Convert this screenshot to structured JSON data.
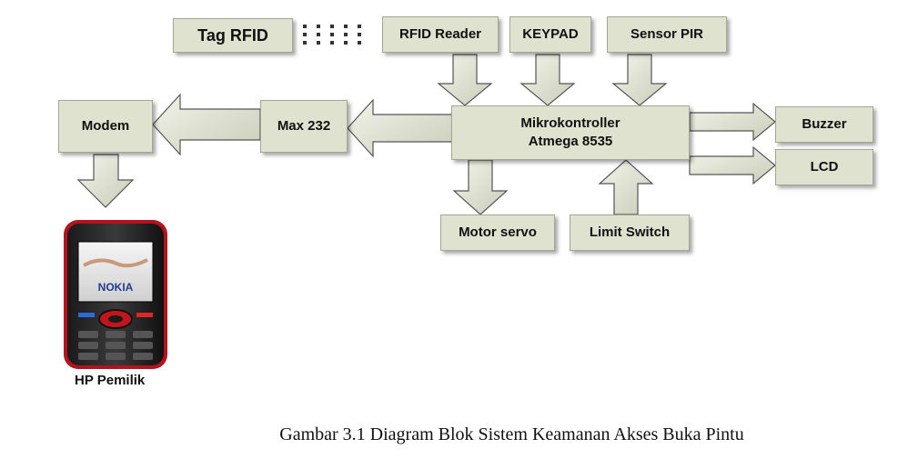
{
  "blocks": {
    "tag_rfid": "Tag RFID",
    "rfid_reader": "RFID Reader",
    "keypad": "KEYPAD",
    "sensor_pir": "Sensor PIR",
    "modem": "Modem",
    "max232": "Max 232",
    "mcu": "Mikrokontroller\nAtmega 8535",
    "buzzer": "Buzzer",
    "lcd": "LCD",
    "motor_servo": "Motor servo",
    "limit_switch": "Limit Switch"
  },
  "phone": {
    "brand": "NOKIA",
    "label": "HP Pemilik"
  },
  "caption": "Gambar 3.1 Diagram Blok Sistem Keamanan Akses Buka Pintu"
}
